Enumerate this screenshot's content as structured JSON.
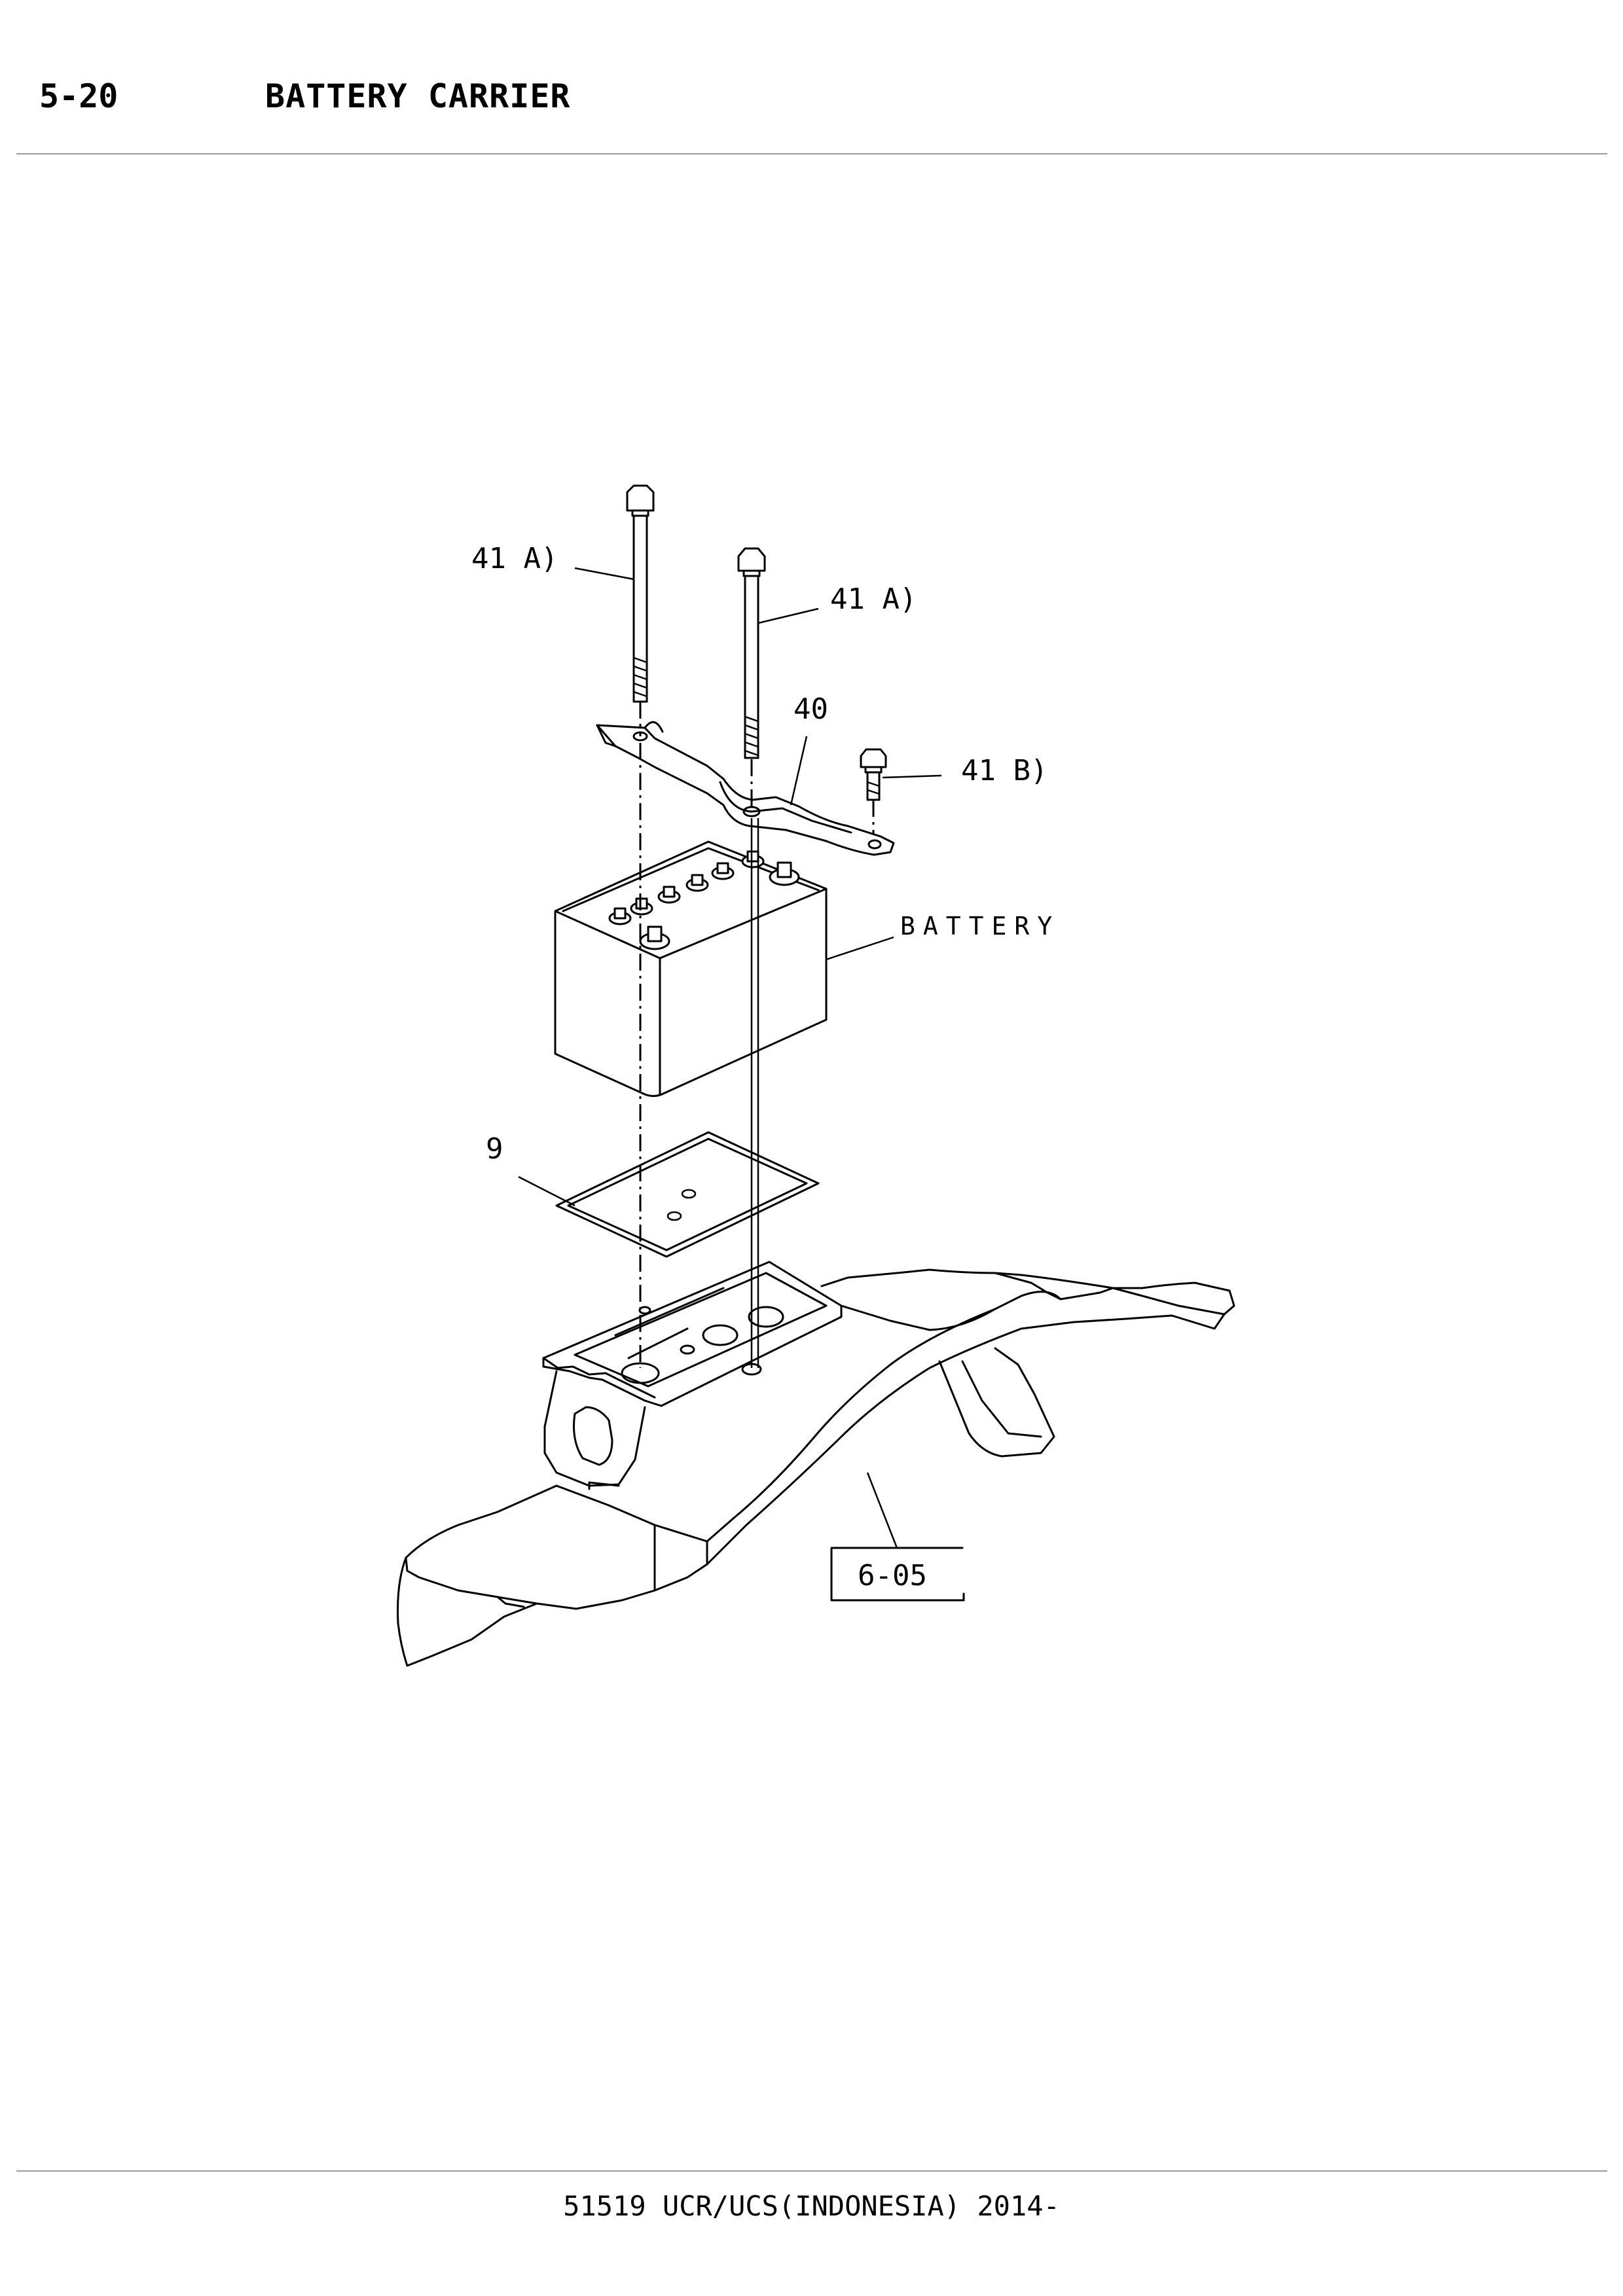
{
  "header": {
    "code": "5-20",
    "title": "BATTERY CARRIER"
  },
  "callouts": {
    "bolt_a_left": "41 A)",
    "bolt_a_right": "41 A)",
    "bracket": "40",
    "bolt_b": "41 B)",
    "battery": "BATTERY",
    "tray_pad": "9",
    "frame_ref": "6-05"
  },
  "footer": {
    "text": "51519 UCR/UCS(INDONESIA) 2014-"
  }
}
